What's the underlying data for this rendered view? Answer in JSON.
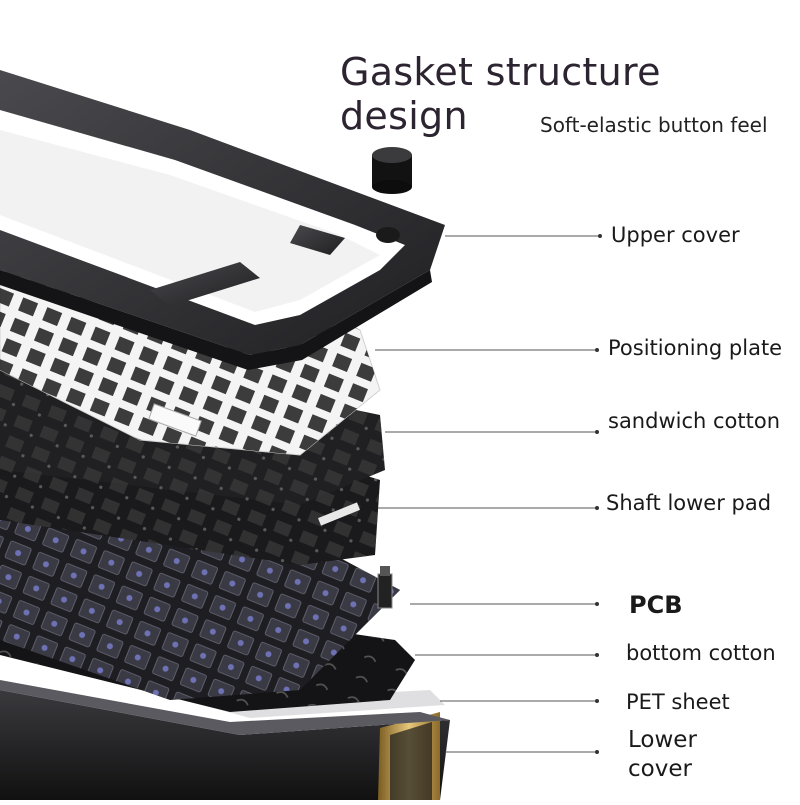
{
  "title": "Gasket structure design",
  "subtitle": "Soft-elastic button feel",
  "layers": [
    {
      "label": "Upper cover"
    },
    {
      "label": "Positioning plate"
    },
    {
      "label": "sandwich cotton"
    },
    {
      "label": "Shaft lower pad"
    },
    {
      "label": "PCB"
    },
    {
      "label": "bottom cotton"
    },
    {
      "label": "PET sheet"
    },
    {
      "label": "Lower cover"
    }
  ],
  "colors": {
    "frame": "#2b2b2e",
    "plate": "#f2f2f2",
    "foam": "#18181a",
    "pcb": "#222226",
    "accent_gold": "#c9a24a",
    "leader": "#555555"
  }
}
